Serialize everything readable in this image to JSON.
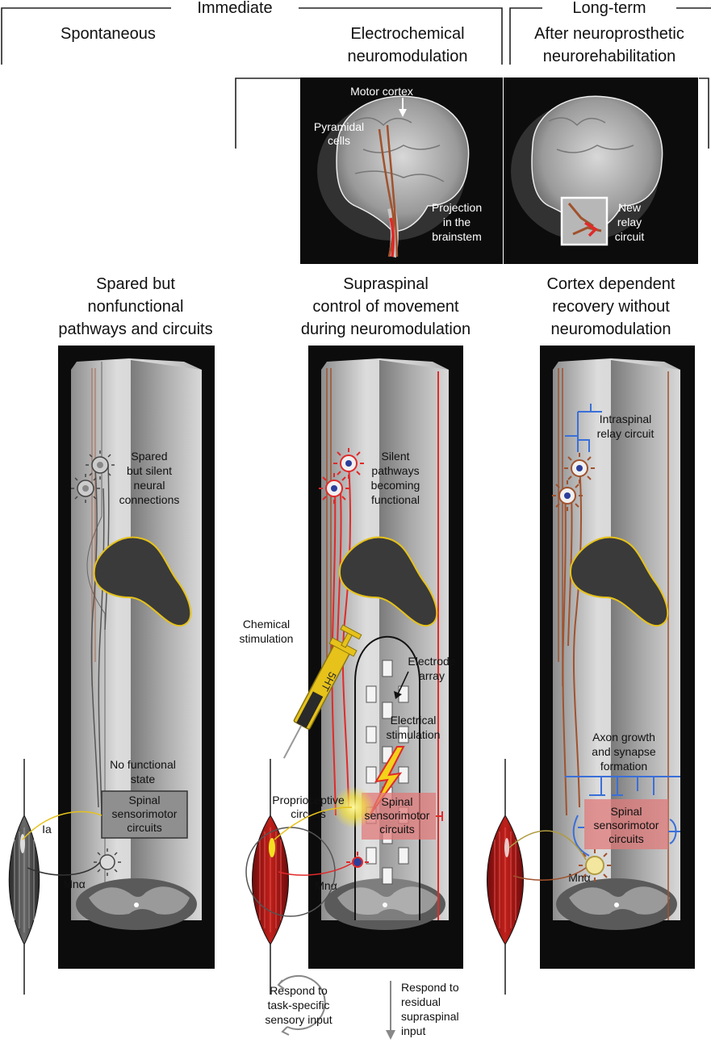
{
  "header": {
    "immediate": "Immediate",
    "long_term": "Long-term",
    "col1": "Spontaneous",
    "col2": [
      "Electrochemical",
      "neuromodulation"
    ],
    "col3": [
      "After neuroprosthetic",
      "neurorehabilitation"
    ]
  },
  "brain1": {
    "motor_cortex": "Motor cortex",
    "pyramidal": [
      "Pyramidal",
      "cells"
    ],
    "projection": [
      "Projection",
      "in the",
      "brainstem"
    ]
  },
  "brain2": {
    "relay": [
      "New",
      "relay",
      "circuit"
    ]
  },
  "titles": {
    "col1": [
      "Spared but",
      "nonfunctional",
      "pathways and circuits"
    ],
    "col2": [
      "Supraspinal",
      "control of movement",
      "during neuromodulation"
    ],
    "col3": [
      "Cortex dependent",
      "recovery without",
      "neuromodulation"
    ]
  },
  "panel1": {
    "spared": [
      "Spared",
      "but silent",
      "neural",
      "connections"
    ],
    "no_func": [
      "No functional",
      "state"
    ],
    "circuits": [
      "Spinal",
      "sensorimotor",
      "circuits"
    ],
    "ia": "Ia",
    "mna": "Mnα"
  },
  "panel2": {
    "silent": [
      "Silent",
      "pathways",
      "becoming",
      "functional"
    ],
    "chemical": [
      "Chemical",
      "stimulation"
    ],
    "syringe": "5HT",
    "electrode": [
      "Electrode",
      "array"
    ],
    "electrical": [
      "Electrical",
      "stimulation"
    ],
    "proprio": [
      "Proprioceptive",
      "circuits"
    ],
    "circuits": [
      "Spinal",
      "sensorimotor",
      "circuits"
    ],
    "mna": "Mnα"
  },
  "panel3": {
    "relay": [
      "Intraspinal",
      "relay circuit"
    ],
    "axon": [
      "Axon growth",
      "and synapse",
      "formation"
    ],
    "circuits": [
      "Spinal",
      "sensorimotor",
      "circuits"
    ],
    "mna": "Mnα"
  },
  "footer": {
    "task": [
      "Respond to",
      "task-specific",
      "sensory input"
    ],
    "residual": [
      "Respond to",
      "residual",
      "supraspinal",
      "input"
    ]
  },
  "colors": {
    "red": "#e02a2a",
    "brown": "#a0522d",
    "blue": "#3a6fd8",
    "yellow": "#e6c21a",
    "panel": "#0c0c0c"
  }
}
